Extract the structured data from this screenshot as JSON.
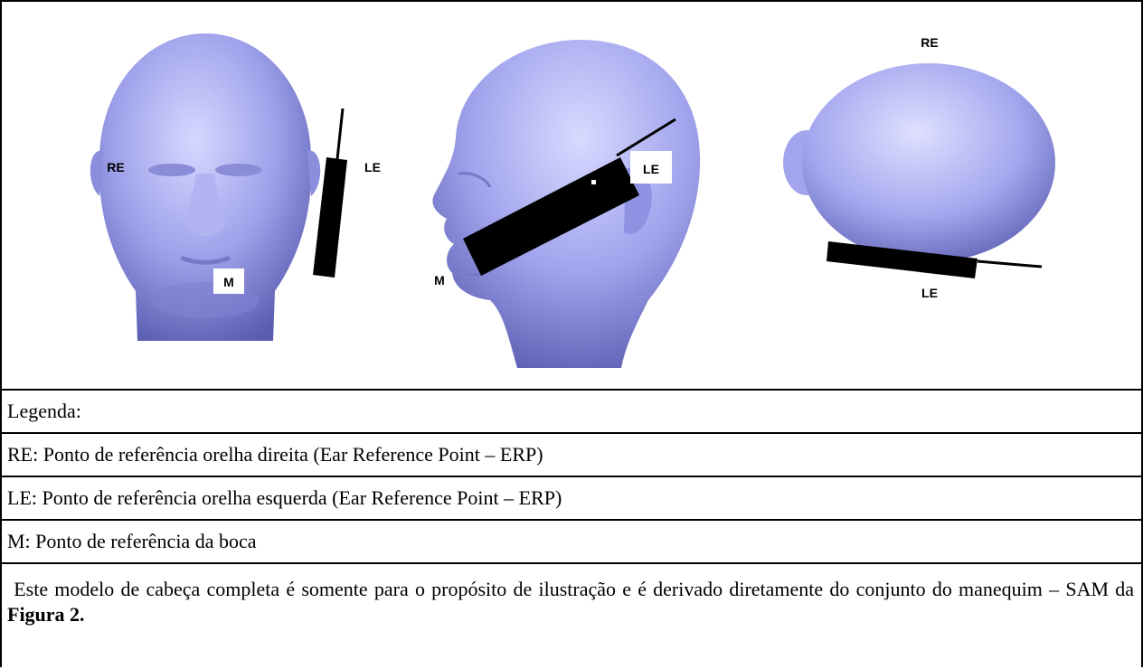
{
  "figure": {
    "front_view": {
      "re": "RE",
      "le": "LE",
      "m": "M"
    },
    "side_view": {
      "le": "LE",
      "m": "M"
    },
    "top_view": {
      "re": "RE",
      "le": "LE"
    }
  },
  "legend": {
    "heading": "Legenda:",
    "re": "RE: Ponto de referência orelha direita (Ear Reference Point – ERP)",
    "le": "LE: Ponto de referência orelha esquerda (Ear Reference Point – ERP)",
    "m": "M: Ponto de referência da boca",
    "note_text": " Este modelo de cabeça completa é somente para o propósito de ilustração e é derivado diretamente do conjunto do manequim – SAM da ",
    "note_bold": "Figura 2."
  },
  "colors": {
    "head_light": "#c7c9ff",
    "head_mid": "#8f92e0",
    "head_dark": "#5457a8",
    "phone": "#000000"
  }
}
